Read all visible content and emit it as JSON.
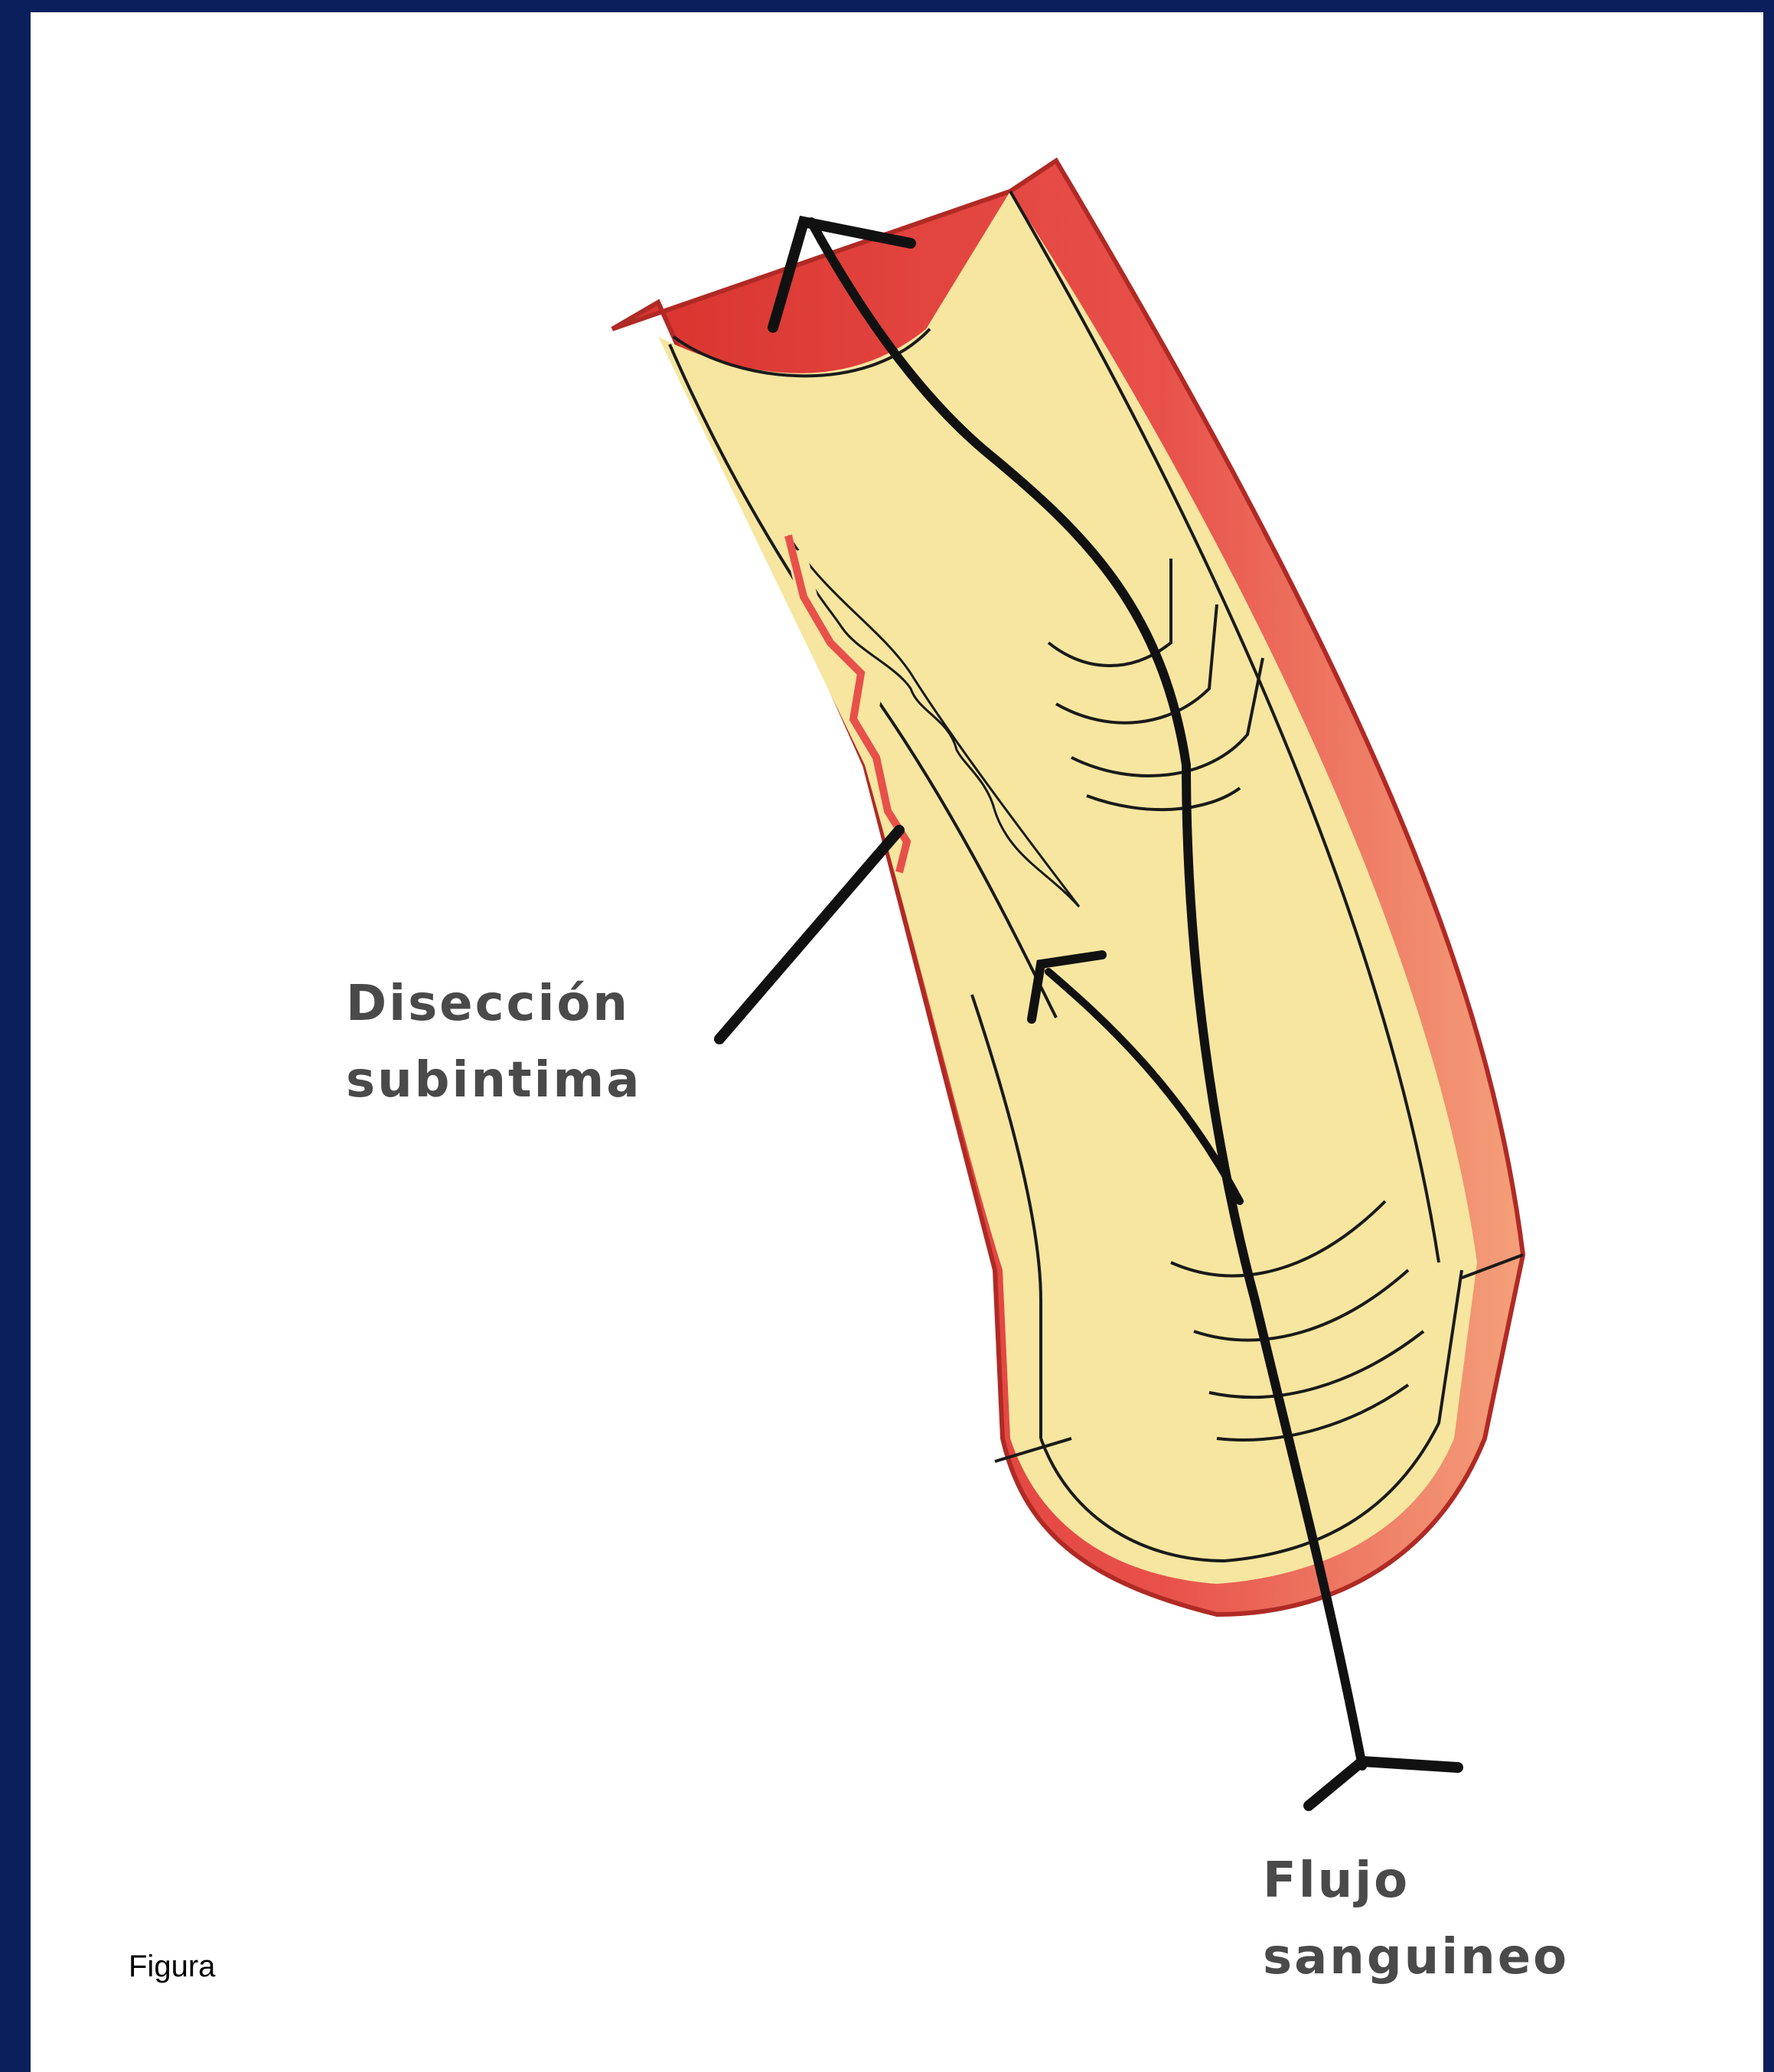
{
  "colors": {
    "frame_border": "#0b1f5c",
    "background": "#ffffff",
    "lumen_fill": "#f6e6a0",
    "vessel_wall": "#e8504a",
    "vessel_wall_light": "#f4a07a",
    "outline": "#1a1a1a",
    "label_text": "#4a4a4a"
  },
  "labels": {
    "dissection": [
      "Disección",
      "subintima"
    ],
    "blood_flow": [
      "Flujo",
      "sanguineo"
    ]
  },
  "caption": "Figura"
}
